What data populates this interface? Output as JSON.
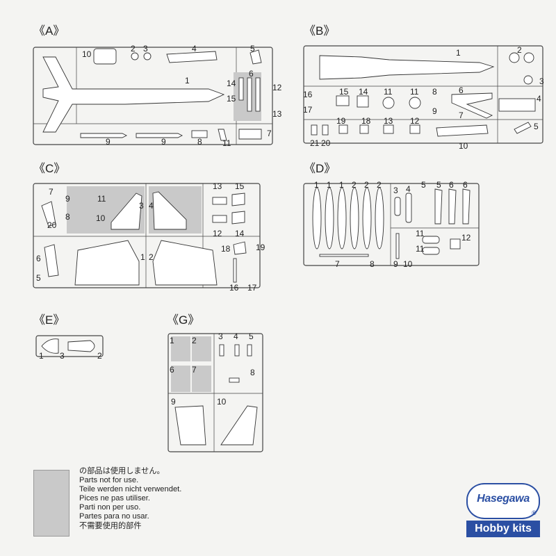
{
  "sprues": {
    "A": {
      "label": "《A》",
      "parts": [
        "10",
        "2",
        "3",
        "4",
        "5",
        "1",
        "6",
        "14",
        "12",
        "15",
        "13",
        "9",
        "9",
        "8",
        "11",
        "7"
      ]
    },
    "B": {
      "label": "《B》",
      "parts": [
        "1",
        "2",
        "3",
        "16",
        "15",
        "14",
        "11",
        "11",
        "8",
        "6",
        "4",
        "17",
        "9",
        "7",
        "19",
        "18",
        "13",
        "12",
        "5",
        "21",
        "20",
        "10"
      ]
    },
    "C": {
      "label": "《C》",
      "parts": [
        "7",
        "9",
        "11",
        "3",
        "4",
        "13",
        "15",
        "8",
        "10",
        "20",
        "12",
        "14",
        "6",
        "1",
        "2",
        "18",
        "19",
        "5",
        "16",
        "17"
      ]
    },
    "D": {
      "label": "《D》",
      "parts": [
        "1",
        "1",
        "1",
        "2",
        "2",
        "2",
        "3",
        "4",
        "5",
        "5",
        "6",
        "6",
        "11",
        "11",
        "12",
        "7",
        "8",
        "9",
        "10"
      ]
    },
    "E": {
      "label": "《E》",
      "parts": [
        "1",
        "3",
        "2"
      ]
    },
    "G": {
      "label": "《G》",
      "parts": [
        "1",
        "2",
        "3",
        "4",
        "5",
        "6",
        "7",
        "8",
        "9",
        "10"
      ]
    }
  },
  "legend": {
    "lines": [
      "の部品は使用しません。",
      "Parts not for use.",
      "Teile werden nicht verwendet.",
      "Pices  ne pas utiliser.",
      "Parti non per uso.",
      "Partes para no usar.",
      "不需要使用的部件"
    ]
  },
  "brand": {
    "logo": "Hasegawa",
    "reg": "®",
    "kits": "Hobby kits"
  }
}
